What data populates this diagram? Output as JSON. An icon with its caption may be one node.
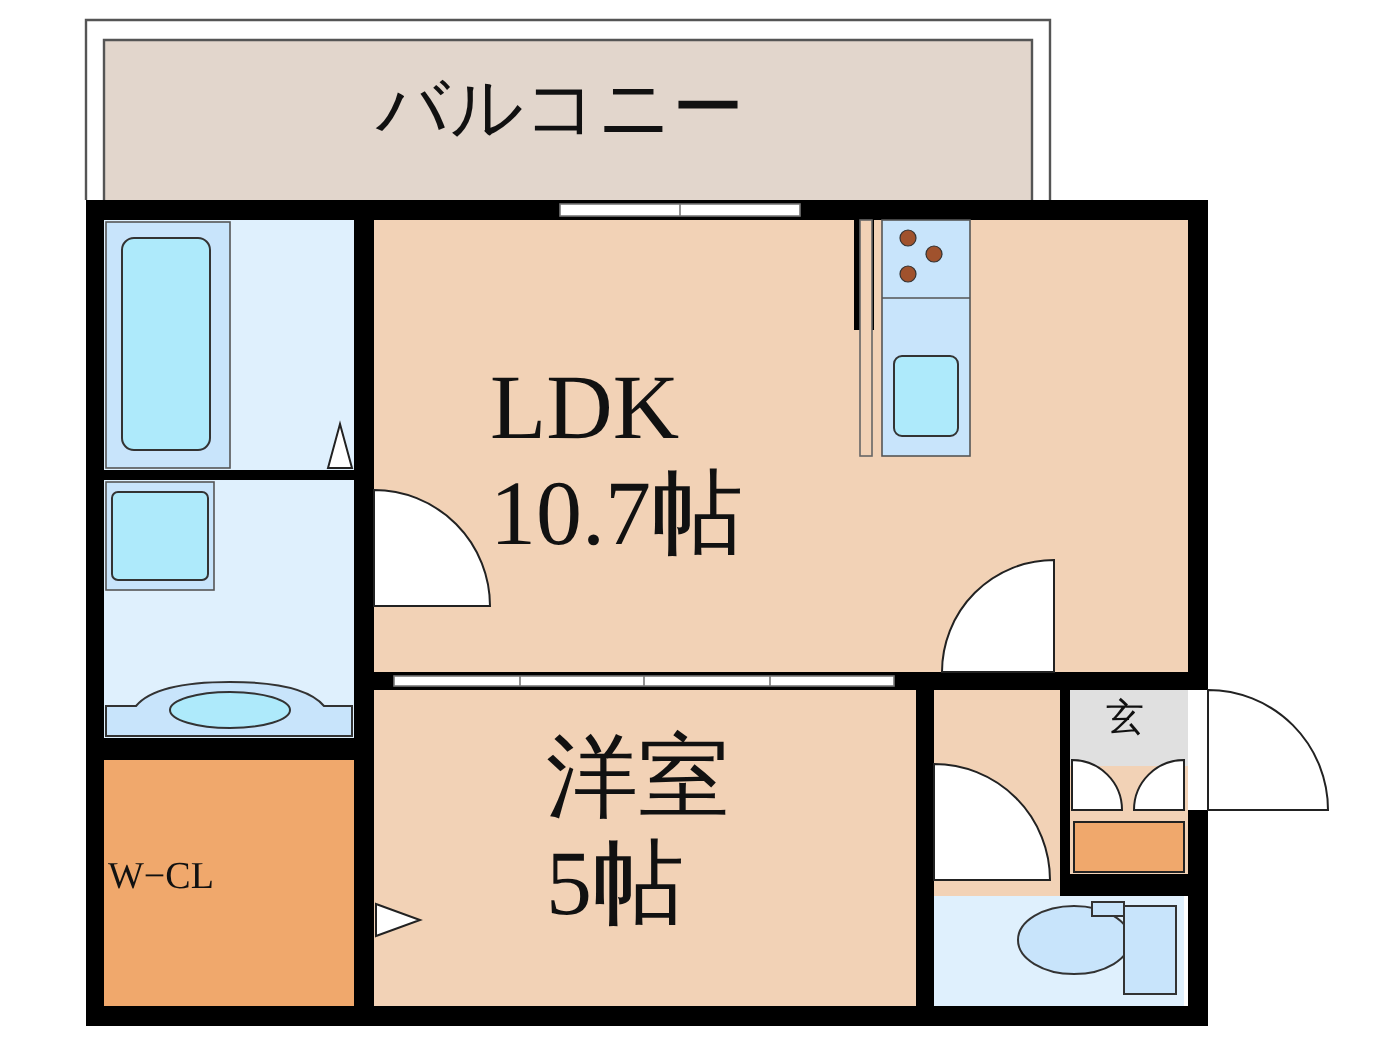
{
  "diagram": {
    "nodes": [
      {
        "text": [
          "バルコニー"
        ]
      },
      {
        "text": [],
        "shape": "box"
      },
      {
        "text": [
          "LDK 10.7帖"
        ]
      },
      {
        "text": [],
        "shape": "box"
      },
      {
        "text": [
          "洋室 5帖"
        ]
      },
      {
        "text": [
          "玄"
        ]
      },
      {
        "text": [
          "W−CL"
        ]
      },
      {
        "text": [],
        "shape": "box"
      }
    ]
  }
}
